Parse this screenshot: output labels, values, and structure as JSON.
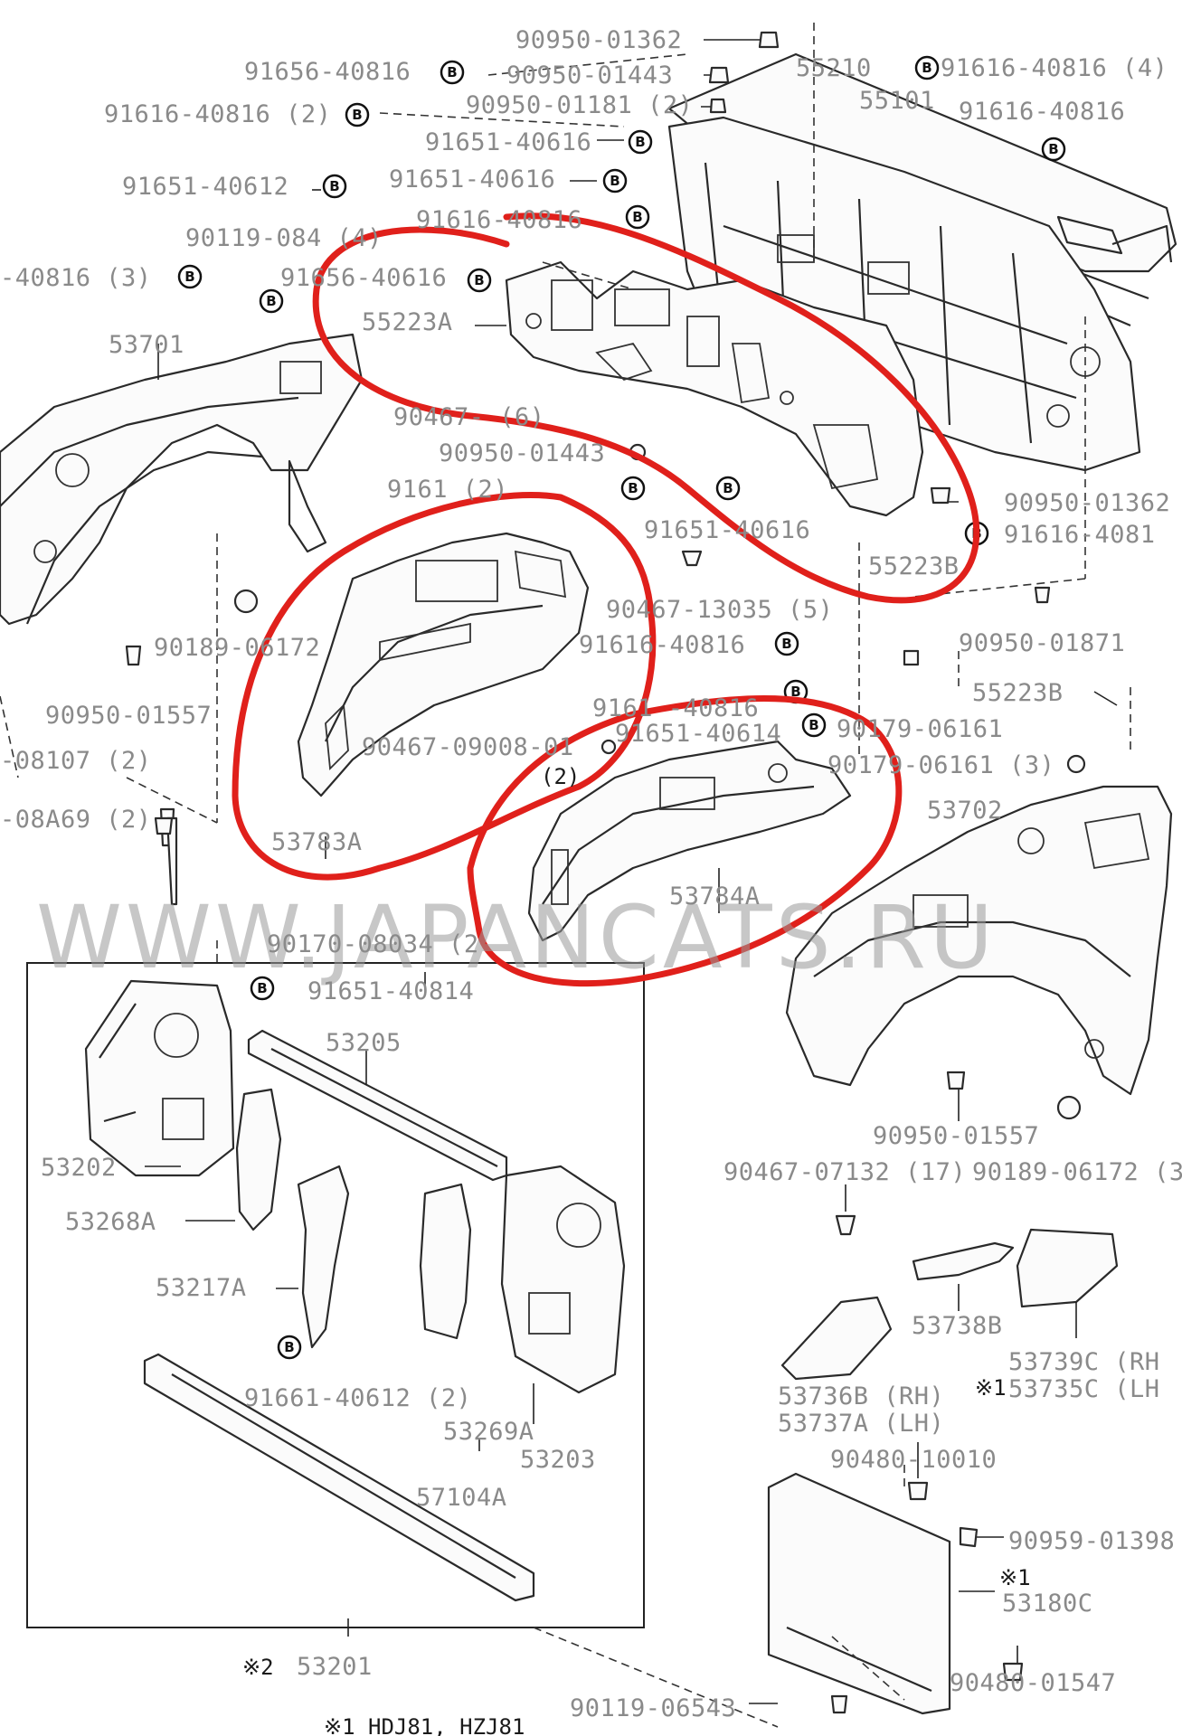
{
  "diagram": {
    "watermark": "WWW.JAPANCATS.RU",
    "footnote": "※1 HDJ81, HZJ81",
    "bolt_symbol": "B",
    "labels": {
      "p90950_01362_top": "90950-01362",
      "p91656_40816": "91656-40816",
      "p90950_01443_top": "90950-01443",
      "p55210": "55210",
      "p91616_40816_4": "91616-40816 (4)",
      "p91616_40816_2": "91616-40816 (2)",
      "p90950_01181_2": "90950-01181 (2)",
      "p55101": "55101",
      "p91616_40816_r": "91616-40816",
      "p91651_40616_a": "91651-40616",
      "p91651_40612": "91651-40612",
      "p91651_40616_b": "91651-40616",
      "p91616_40816_hidden": "91616-40816",
      "p90119_084_4": "90119-084   (4)",
      "p40816_3": "-40816 (3)",
      "p91656_40616": "91656-40616",
      "p55223A": "55223A",
      "p53701": "53701",
      "p90467_6": "90467-      (6)",
      "p90950_01443_mid": "90950-01443",
      "p9161_mid": "9161      (2)",
      "p90950_01362_r": "90950-01362",
      "p91651_40616_c": "91651-40616",
      "p91616_4081x": "91616-4081",
      "p55223B_top": "55223B",
      "p90467_13035_5": "90467-13035 (5)",
      "p90189_06172": "90189-06172",
      "p91616_40816_mid": "91616-40816",
      "p90950_01871": "90950-01871",
      "p90950_01557_l": "90950-01557",
      "p9161_40816": "9161 -40816",
      "p55223B_r": "55223B",
      "p91651_40614": "91651-40614",
      "p90179_06161": "90179-06161",
      "p08107_2": "-08107 (2)",
      "p90467_09008": "90467-09008-01",
      "p90179_06161_3": "90179-06161 (3)",
      "p2": "(2)",
      "p08A69_2": "-08A69 (2)",
      "p53783A": "53783A",
      "p53702": "53702",
      "p53784A": "53784A",
      "p90170_08034_2": "90170-08034 (2",
      "p91651_40814": "91651-40814",
      "p53205": "53205",
      "p53202": "53202",
      "p53268A": "53268A",
      "p53217A": "53217A",
      "p90950_01557_r": "90950-01557",
      "p90467_07132_17": "90467-07132 (17)",
      "p90189_06172_3": "90189-06172 (3",
      "p53738B": "53738B",
      "p53739C_RH": "53739C (RH",
      "p53735C_LH": "53735C (LH",
      "p53736B_RH": "53736B (RH)",
      "p53737A_LH": "53737A (LH)",
      "p91661_40612_2": "91661-40612 (2)",
      "p53269A": "53269A",
      "p53203": "53203",
      "p90480_10010": "90480-10010",
      "p57104A": "57104A",
      "p90959_01398": "90959-01398",
      "p53180C": "53180C",
      "p90480_01547": "90480-01547",
      "p53201": "53201",
      "p90119_06543": "90119-06543",
      "mark_53201": "※2",
      "mark_53180C": "※1",
      "mark_53735C": "※1"
    }
  }
}
